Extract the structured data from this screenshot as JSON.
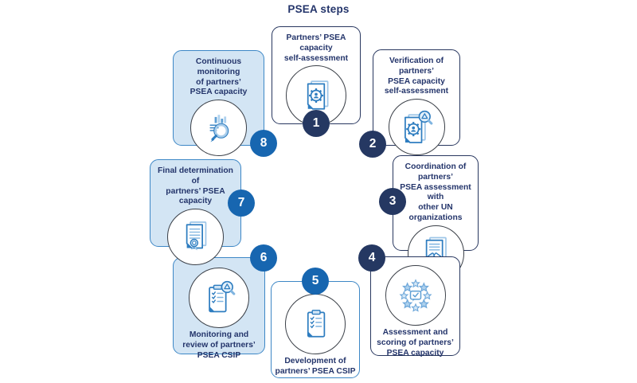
{
  "title": "PSEA steps",
  "colors": {
    "navy": "#24356B",
    "navy_badge": "#253862",
    "blue_badge": "#1766B0",
    "blue_border": "#3D87C6",
    "light_blue_fill": "#D3E5F4",
    "icon_stroke": "#2E7DC0",
    "icon_circle_outline": "#3A3F47"
  },
  "steps": [
    {
      "number": "1",
      "label": "Partners’ PSEA capacity\nself-assessment",
      "icon": "document-gear-person-icon",
      "style": "navy-outline"
    },
    {
      "number": "2",
      "label": "Verification of partners’\nPSEA capacity\nself-assessment",
      "icon": "document-magnifier-alert-icon",
      "style": "navy-outline"
    },
    {
      "number": "3",
      "label": "Coordination of partners’\nPSEA assessment with\nother UN organizations",
      "icon": "document-handshake-icon",
      "style": "navy-outline"
    },
    {
      "number": "4",
      "label": "Assessment and\nscoring of partners’\nPSEA capacity",
      "icon": "stars-checkmark-icon",
      "style": "navy-outline"
    },
    {
      "number": "5",
      "label": "Development of\npartners’ PSEA CSIP",
      "icon": "clipboard-checklist-icon",
      "style": "blue-outline"
    },
    {
      "number": "6",
      "label": "Monitoring and\nreview of partners’\nPSEA CSIP",
      "icon": "clipboard-magnifier-alert-icon",
      "style": "blue-filled"
    },
    {
      "number": "7",
      "label": "Final determination of\npartners’ PSEA capacity",
      "icon": "certificate-ribbon-icon",
      "style": "blue-filled"
    },
    {
      "number": "8",
      "label": "Continuous monitoring\nof partners’\nPSEA capacity",
      "icon": "bar-chart-magnifier-icon",
      "style": "blue-filled"
    }
  ]
}
